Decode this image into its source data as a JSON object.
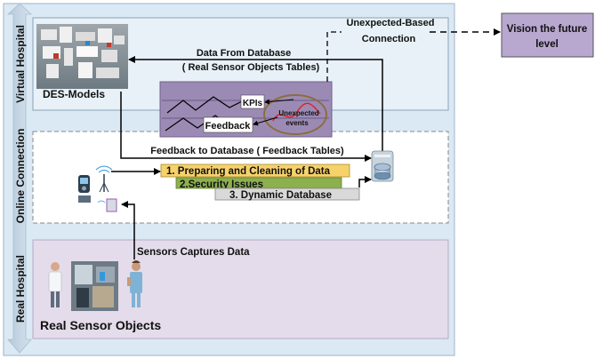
{
  "layers": {
    "virtual": "Virtual Hospital",
    "online": "Online Connection",
    "real": "Real Hospital"
  },
  "nodes": {
    "des_models": "DES-Models",
    "real_sensor_objects": "Real Sensor Objects",
    "vision_line1": "Vision the future",
    "vision_line2": "level",
    "kpis": "KPIs",
    "feedback": "Feedback",
    "unexpected_line1": "Unexpected",
    "unexpected_line2": "events"
  },
  "steps": [
    {
      "label": "1. Preparing and Cleaning of Data",
      "color": "#f7d26b"
    },
    {
      "label": "2.Security Issues",
      "color": "#8db04f"
    },
    {
      "label": "3. Dynamic Database",
      "color": "#d9d9d9"
    }
  ],
  "edges": {
    "data_from_db_line1": "Data From Database",
    "data_from_db_line2": "( Real Sensor Objects Tables)",
    "feedback_to_db": "Feedback to Database ( Feedback Tables)",
    "sensors_capture": "Sensors Captures Data",
    "unexpected_conn_line1": "Unexpected-Based",
    "unexpected_conn_line2": "Connection"
  },
  "colors": {
    "frame_fill": "#dbe9f4",
    "virtual_fill": "#e7f1f7",
    "real_fill": "#e4dcea",
    "kpi_panel": "#9b8bb4",
    "vision_fill": "#b8a7cf",
    "ellipse_stroke": "#8c6d3f"
  }
}
